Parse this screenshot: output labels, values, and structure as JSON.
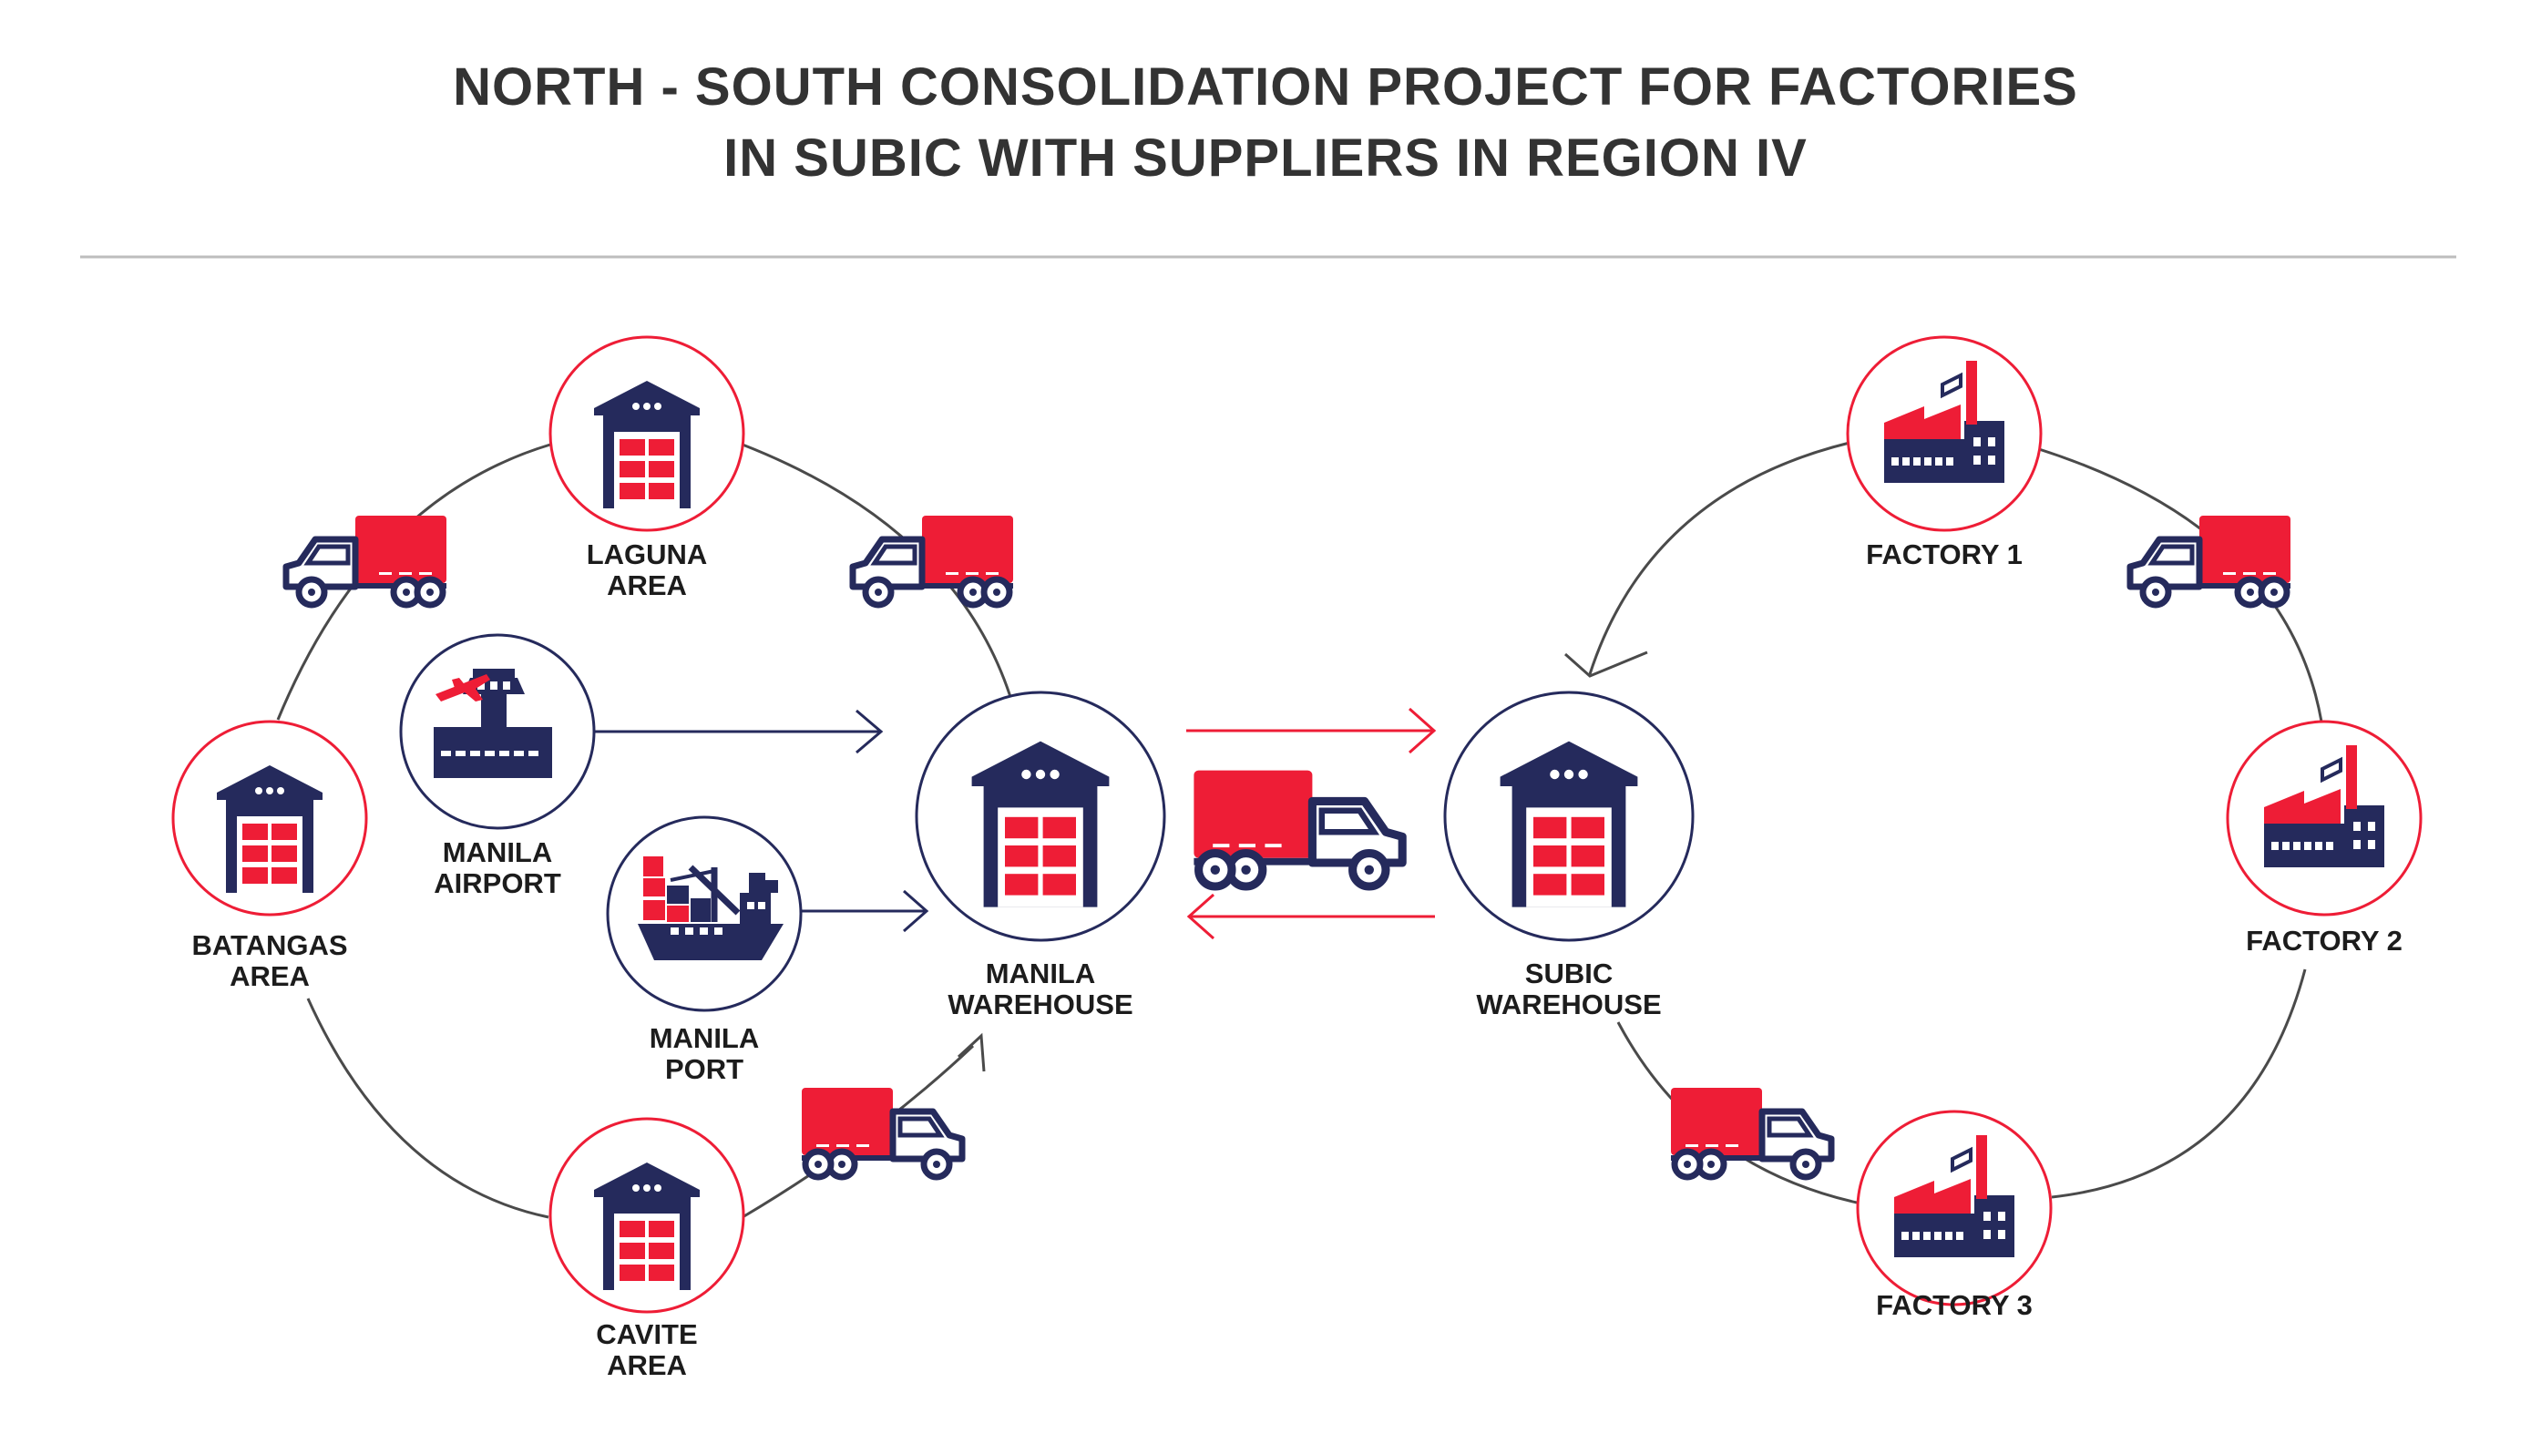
{
  "title_line1": "NORTH - SOUTH CONSOLIDATION PROJECT FOR FACTORIES",
  "title_line2": "IN SUBIC WITH SUPPLIERS IN REGION IV",
  "nodes": {
    "laguna": {
      "line1": "LAGUNA",
      "line2": "AREA"
    },
    "batangas": {
      "line1": "BATANGAS",
      "line2": "AREA"
    },
    "cavite": {
      "line1": "CAVITE",
      "line2": "AREA"
    },
    "manila_airport": {
      "line1": "MANILA",
      "line2": "AIRPORT"
    },
    "manila_port": {
      "line1": "MANILA",
      "line2": "PORT"
    },
    "manila_warehouse": {
      "line1": "MANILA",
      "line2": "WAREHOUSE"
    },
    "subic_warehouse": {
      "line1": "SUBIC",
      "line2": "WAREHOUSE"
    },
    "factory1": {
      "line1": "FACTORY 1"
    },
    "factory2": {
      "line1": "FACTORY 2"
    },
    "factory3": {
      "line1": "FACTORY 3"
    }
  },
  "colors": {
    "red": "#ee1d36",
    "navy": "#252a5c",
    "line": "#4a4a4a",
    "divider": "#bdbdbd",
    "text": "#333333"
  },
  "icons": [
    "warehouse-icon",
    "truck-icon",
    "airport-icon",
    "ship-icon",
    "factory-icon",
    "arrow-icon"
  ]
}
